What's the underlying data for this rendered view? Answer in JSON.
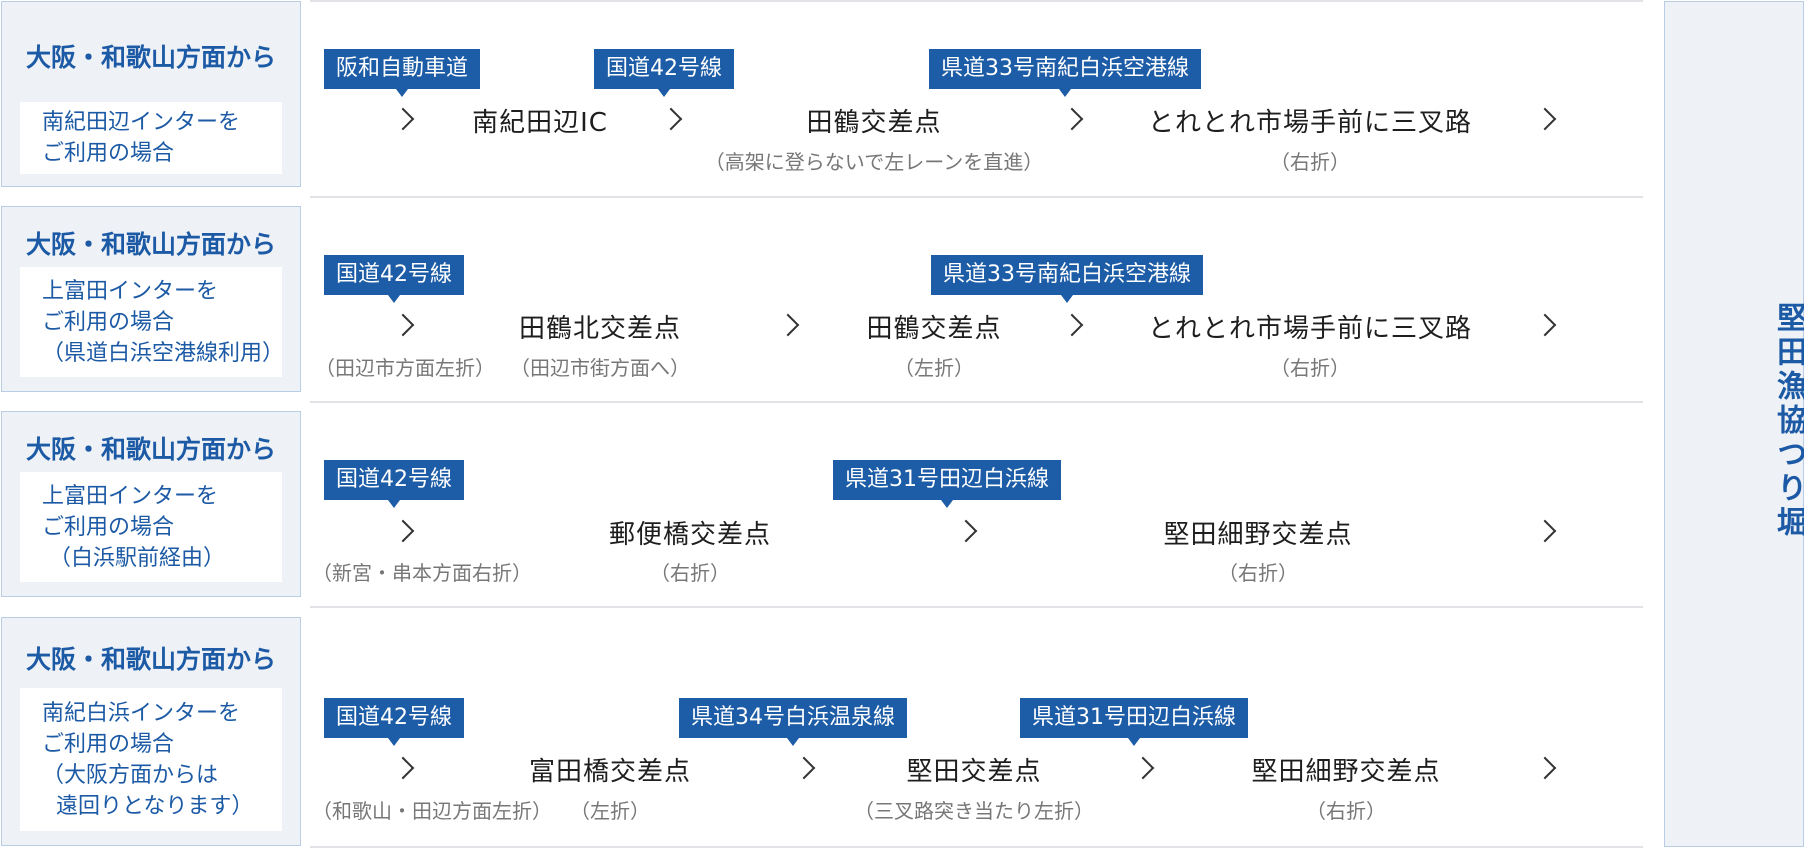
{
  "destination": "堅田漁協つり堀",
  "routes": [
    {
      "title": "大阪・和歌山方面から",
      "desc": "南紀田辺インターを\nご利用の場合",
      "tags": [
        "阪和自動車道",
        "国道42号線",
        "県道33号南紀白浜空港線"
      ],
      "stops": [
        "南紀田辺IC",
        "田鶴交差点",
        "とれとれ市場手前に三叉路"
      ],
      "notes": [
        "（高架に登らないで左レーンを直進）",
        "（右折）"
      ]
    },
    {
      "title": "大阪・和歌山方面から",
      "desc": "上富田インターを\nご利用の場合\n（県道白浜空港線利用）",
      "tags": [
        "国道42号線",
        "県道33号南紀白浜空港線"
      ],
      "stops": [
        "田鶴北交差点",
        "田鶴交差点",
        "とれとれ市場手前に三叉路"
      ],
      "notes": [
        "（田辺市方面左折）",
        "（田辺市街方面へ）",
        "（左折）",
        "（右折）"
      ]
    },
    {
      "title": "大阪・和歌山方面から",
      "desc": "上富田インターを\nご利用の場合\n （白浜駅前経由）",
      "tags": [
        "国道42号線",
        "県道31号田辺白浜線"
      ],
      "stops": [
        "郵便橋交差点",
        "堅田細野交差点"
      ],
      "notes": [
        "（新宮・串本方面右折）",
        "（右折）",
        "（右折）"
      ]
    },
    {
      "title": "大阪・和歌山方面から",
      "desc": "南紀白浜インターを\nご利用の場合\n（大阪方面からは\n  遠回りとなります）",
      "tags": [
        "国道42号線",
        "県道34号白浜温泉線",
        "県道31号田辺白浜線"
      ],
      "stops": [
        "富田橋交差点",
        "堅田交差点",
        "堅田細野交差点"
      ],
      "notes": [
        "（和歌山・田辺方面左折）",
        "（左折）",
        "（三叉路突き当たり左折）",
        "（右折）"
      ]
    }
  ]
}
